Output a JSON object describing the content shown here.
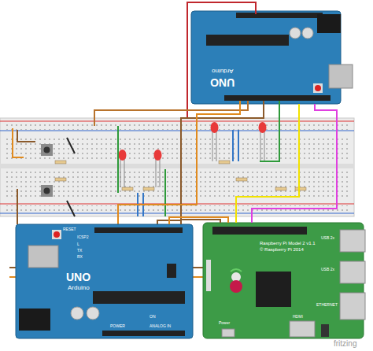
{
  "diagram": {
    "nodes": [
      {
        "text": [
          "UNO",
          "Arduino"
        ]
      },
      {
        "text": [
          "UNO",
          "Arduino"
        ]
      },
      {
        "text": [
          "Raspberry Pi Model 2 v1.1",
          "© Raspberry Pi 2014"
        ]
      }
    ],
    "edges": [
      {
        "from": 0,
        "to": 2,
        "arrow": "none"
      },
      {
        "from": 0,
        "to": 2,
        "arrow": "none"
      },
      {
        "from": 1,
        "to": 2,
        "arrow": "none"
      },
      {
        "from": 1,
        "to": 2,
        "arrow": "none"
      }
    ],
    "labels": [
      "RESET",
      "ICSP2",
      "L",
      "TX",
      "RX",
      "ON",
      "POWER",
      "ANALOG IN",
      "Power",
      "HDMI",
      "USB 2x",
      "USB 2x",
      "ETHERNET",
      "fritzing"
    ]
  }
}
